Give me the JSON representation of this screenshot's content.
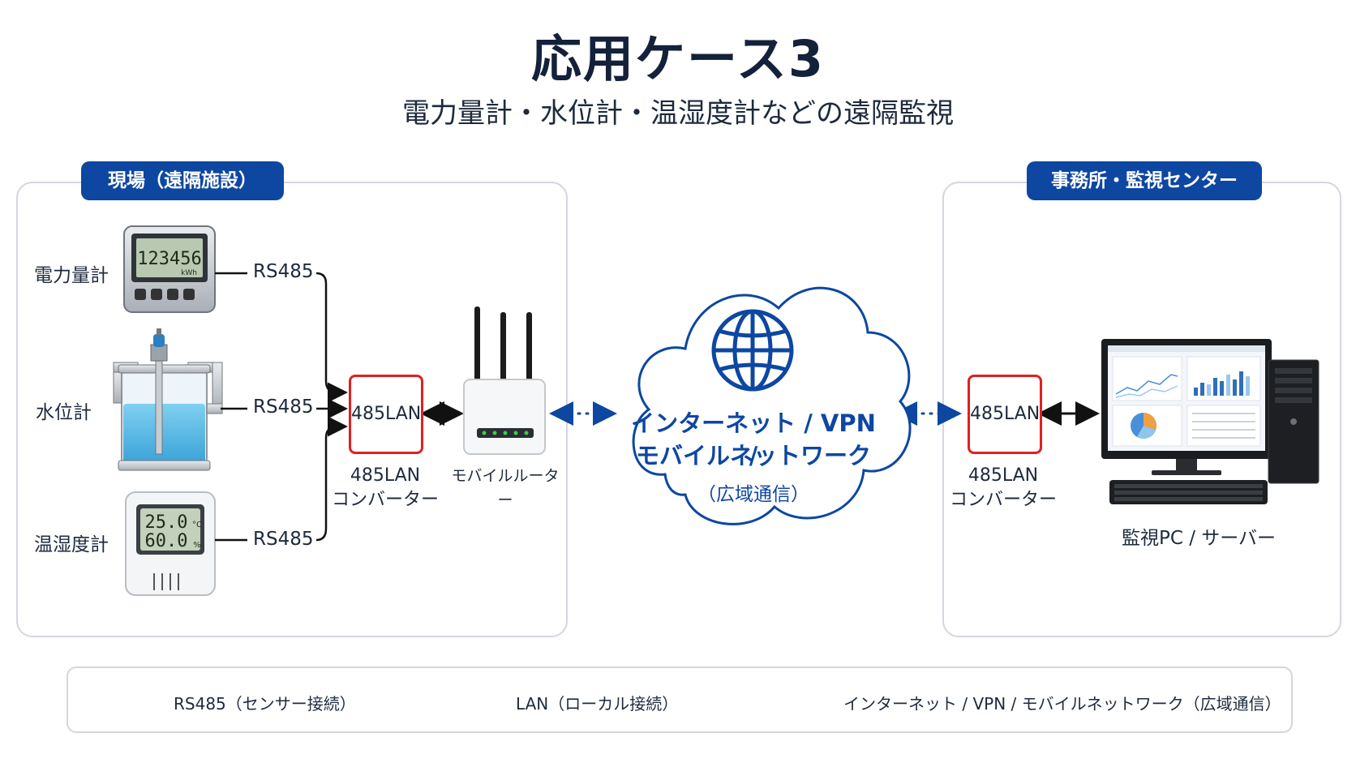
{
  "title": "応用ケース3",
  "subtitle": "電力量計・水位計・温湿度計などの遠隔監視",
  "site_panel": {
    "label": "現場（遠隔施設）",
    "devices": [
      {
        "name": "電力量計",
        "link": "RS485",
        "display": "123456",
        "unit": "kWh"
      },
      {
        "name": "水位計",
        "link": "RS485"
      },
      {
        "name": "温湿度計",
        "link": "RS485",
        "temp": "25.0",
        "temp_unit": "°C",
        "hum": "60.0",
        "hum_unit": "%"
      }
    ],
    "converter_box": "485LAN",
    "converter_caption": [
      "485LAN",
      "コンバーター"
    ],
    "router_caption": "モバイルルーター"
  },
  "cloud": {
    "line1": "インターネット / VPN /",
    "line2": "モバイルネットワーク",
    "line3": "（広域通信）"
  },
  "office_panel": {
    "label": "事務所・監視センター",
    "converter_box": "485LAN",
    "converter_caption": [
      "485LAN",
      "コンバーター"
    ],
    "pc_caption": "監視PC / サーバー"
  },
  "legend": {
    "items": [
      {
        "label": "RS485（センサー接続）",
        "style": "solid-line"
      },
      {
        "label": "LAN（ローカル接続）",
        "style": "double-arrow"
      },
      {
        "label": "インターネット / VPN / モバイルネットワーク（広域通信）",
        "style": "dotted-blue-arrow"
      }
    ]
  },
  "colors": {
    "accent": "#0d47a1",
    "converter_border": "#e02020",
    "panel_border": "#d3d7de"
  },
  "icons": [
    "globe-icon",
    "cloud-icon",
    "router-icon",
    "monitor-icon",
    "pc-tower-icon",
    "keyboard-icon",
    "power-meter-icon",
    "water-level-icon",
    "thermo-hygrometer-icon"
  ]
}
